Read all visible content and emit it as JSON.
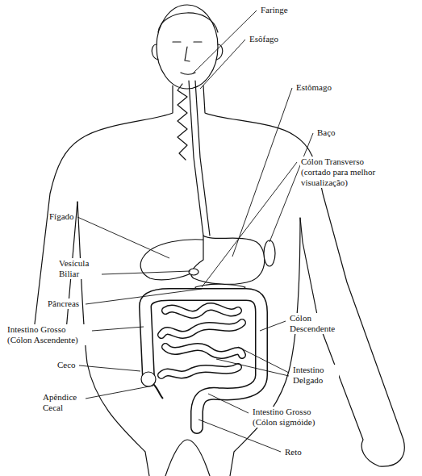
{
  "diagram": {
    "labels": [
      "Faringe",
      "Esôfago",
      "Estômago",
      "Baço",
      "Cólon Transverso (cortado para melhor visualização)",
      "Fígado",
      "Vesícula Biliar",
      "Pâncreas",
      "Intestino Grosso (Cólon Ascendente)",
      "Cólon Descendente",
      "Ceco",
      "Intestino Delgado",
      "Apêndice Cecal",
      "Intestino Grosso (Cólon sigmóide)",
      "Reto"
    ]
  }
}
